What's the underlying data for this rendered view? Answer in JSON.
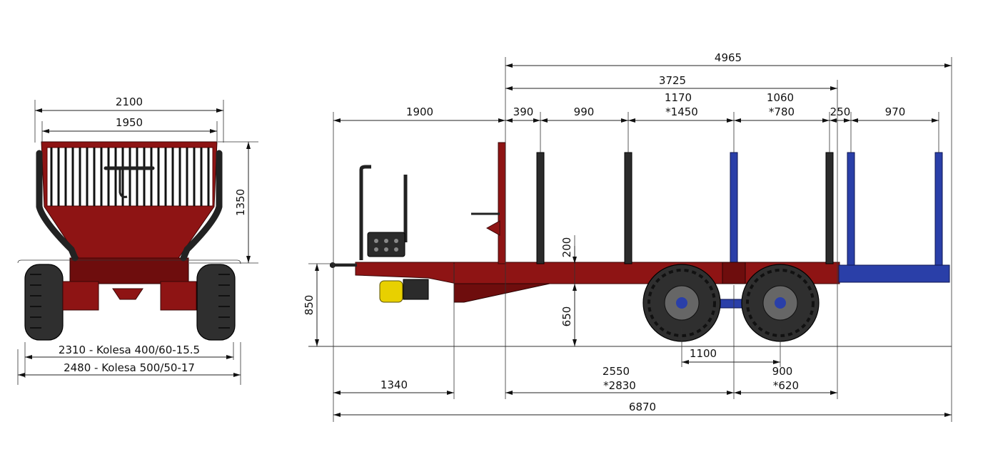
{
  "front_view": {
    "overall_width": "2100",
    "bunk_width": "1950",
    "bunk_height": "1350",
    "track_small": "2310 - Kolesa 400/60-15.5",
    "track_large": "2480 - Kolesa 500/50-17"
  },
  "side_view": {
    "bunk_total": "4965",
    "to_axle_rear": "3725",
    "drawbar": "1900",
    "stake_gap_1": "390",
    "stake_gap_2": "990",
    "stake_gap_3": "1170",
    "stake_gap_3_alt": "*1450",
    "stake_gap_4": "1060",
    "stake_gap_4_alt": "*780",
    "stake_gap_5": "250",
    "extension": "970",
    "frame_height": "200",
    "ground_clearance": "650",
    "hitch_height": "850",
    "axle_spacing": "1100",
    "hitch_to_leg": "1340",
    "front_to_bogie": "2550",
    "front_to_bogie_alt": "*2830",
    "bogie_to_rear": "900",
    "bogie_to_rear_alt": "*620",
    "overall_length": "6870"
  },
  "colors": {
    "frame": "#8e1414",
    "extension": "#2a3fa8",
    "tire": "#2f2f2f"
  }
}
